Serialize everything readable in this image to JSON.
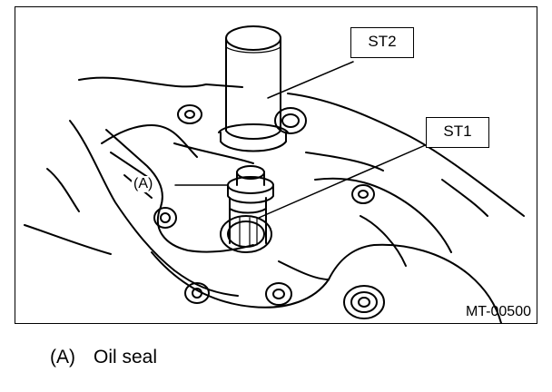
{
  "figure": {
    "labels": {
      "st2": "ST2",
      "st1": "ST1",
      "a": "(A)"
    },
    "code": "MT-00500"
  },
  "legend": {
    "key": "(A)",
    "text": "Oil seal"
  }
}
